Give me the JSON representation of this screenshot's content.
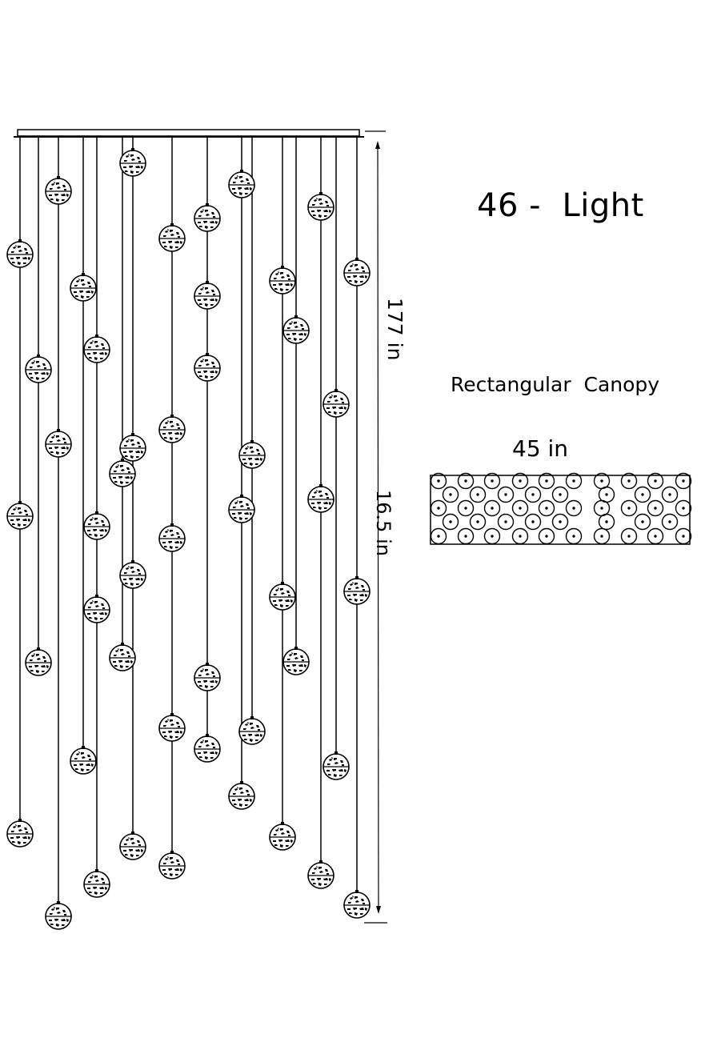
{
  "product": {
    "light_count_title": "46 -  Light",
    "canopy_label": "Rectangular  Canopy"
  },
  "dimensions": {
    "drop_height": "177 in",
    "canopy_width": "45 in",
    "canopy_depth": "16.5 in"
  },
  "colors": {
    "line": "#000000",
    "background": "#ffffff"
  },
  "fixture": {
    "pendant_count": 46
  }
}
